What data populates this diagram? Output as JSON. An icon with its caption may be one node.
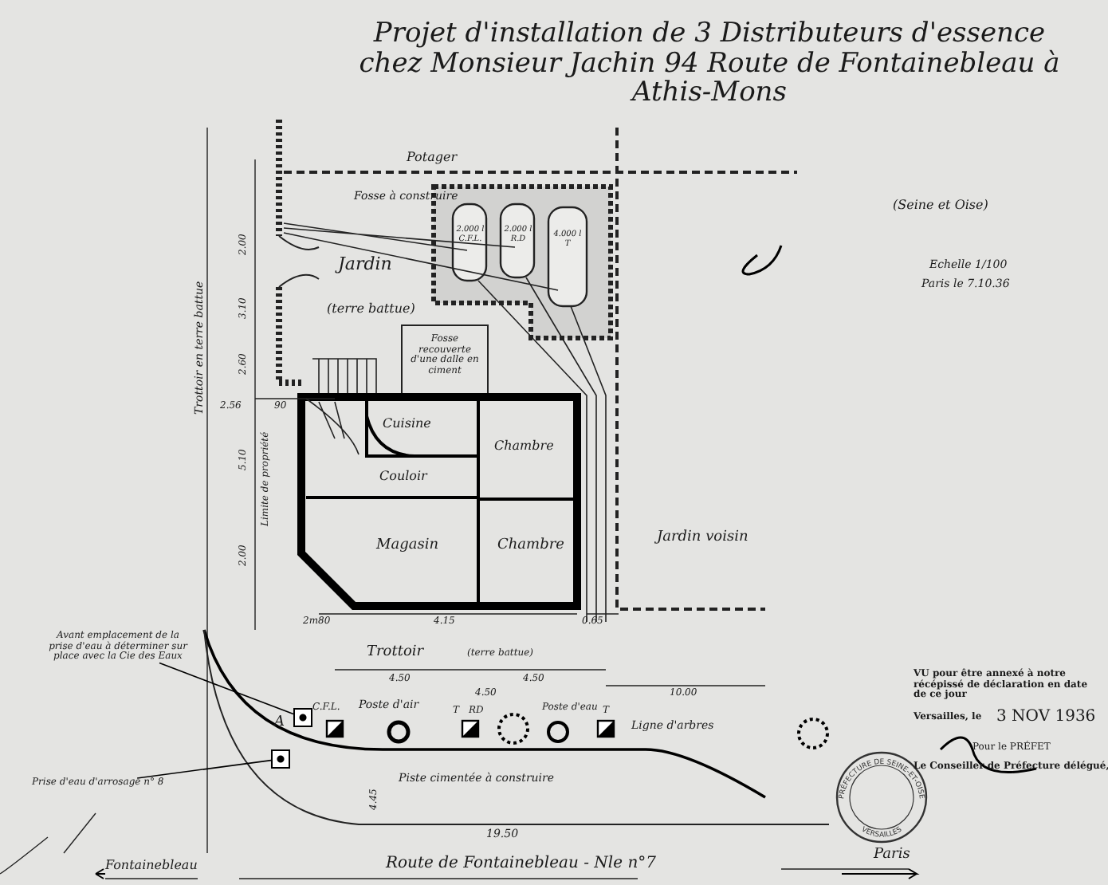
{
  "diagram": {
    "title": "Projet d'installation de 3 Distributeurs d'essence chez Monsieur Jachin 94 Route de Fontainebleau à Athis-Mons",
    "nodes": [
      {
        "text": [
          "Avant emplacement de la prise d'eau à déterminer sur place avec la Cie des Eaux"
        ]
      },
      {
        "text": [],
        "shape": "box"
      },
      {
        "text": [
          "Prise d'eau d'arrosage n° 8"
        ]
      },
      {
        "text": [],
        "shape": "box"
      }
    ],
    "edges": [
      {
        "from": 0,
        "to": 1,
        "arrow": "none"
      },
      {
        "from": 2,
        "to": 3,
        "arrow": "none"
      }
    ],
    "labels": [
      "(Seine et Oise)",
      "Echelle 1/100",
      "Paris le 7.10.36",
      "Potager",
      "Fosse à construire",
      "2.000 l C.F.L.",
      "2.000 l R.D",
      "4.000 l T",
      "Jardin",
      "(terre battue)",
      "Fosse recouverte d'une dalle en ciment",
      "Trottoir en terre battue",
      "2.00",
      "3.10",
      "2.60",
      "2.56",
      "90",
      "5.10",
      "Limite de propriété",
      "2.00",
      "Cuisine",
      "Chambre",
      "Couloir",
      "Magasin",
      "Chambre",
      "Jardin voisin",
      "2m80",
      "4.15",
      "0.65",
      "Trottoir",
      "(terre battue)",
      "4.50",
      "4.50",
      "4.50",
      "10.00",
      "A",
      "C.F.L.",
      "Poste d'air",
      "T",
      "RD",
      "Poste d'eau",
      "T",
      "Ligne d'arbres",
      "Piste cimentée à construire",
      "4.45",
      "19.50",
      "Fontainebleau",
      "Route de Fontainebleau - Nle n°7",
      "Paris",
      "VU pour être annexé à notre récépissé de déclaration en date de ce jour",
      "Versailles, le",
      "3 NOV 1936",
      "Pour le PRÉFET",
      "Le Conseiller de Préfecture délégué,",
      "PRÉFECTURE DE SEINE-ET-OISE",
      "VERSAILLES"
    ]
  }
}
